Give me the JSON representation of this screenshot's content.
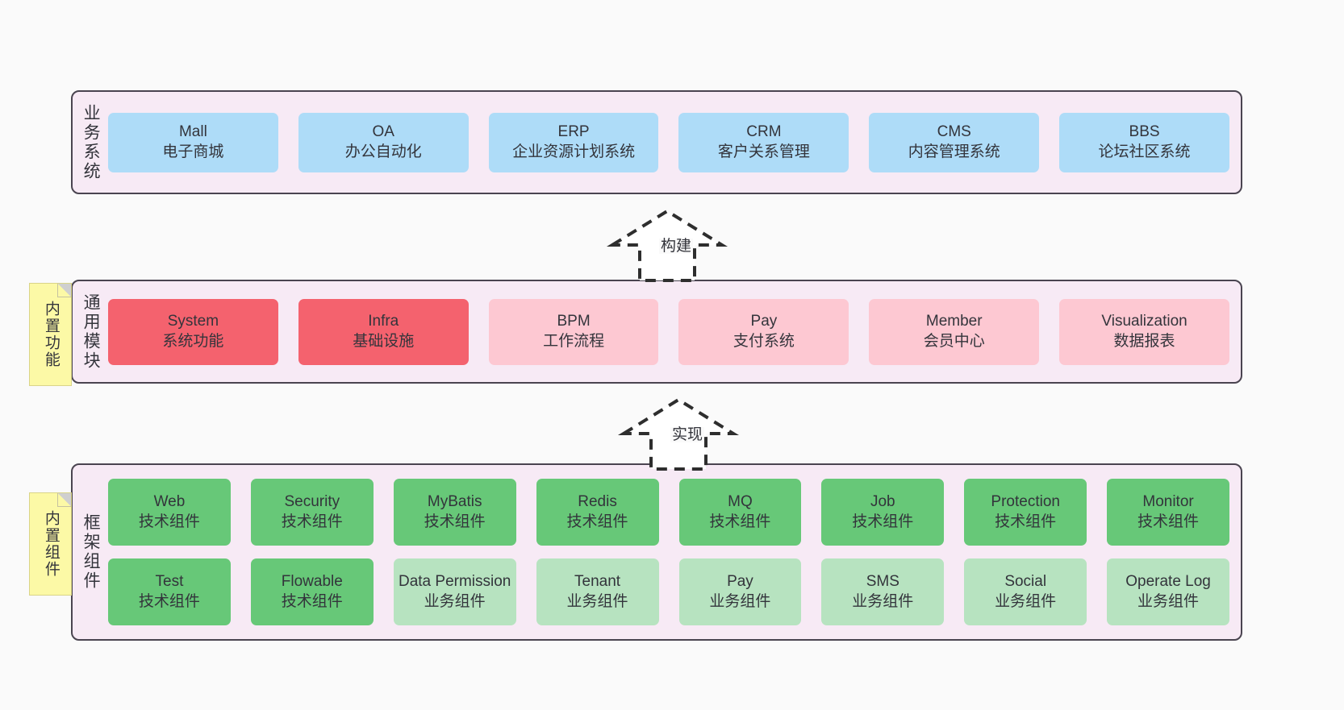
{
  "diagram": {
    "background_color": "#fafafa",
    "panel_color": "#f7eaf5",
    "panel_border_color": "#4a4450"
  },
  "notes": [
    {
      "id": "builtin-function",
      "label": "内置功能",
      "color": "#fcf9a6"
    },
    {
      "id": "builtin-component",
      "label": "内置组件",
      "color": "#fcf9a6"
    }
  ],
  "connectors": [
    {
      "id": "build",
      "label": "构建",
      "style": "dashed-hollow-arrow-up"
    },
    {
      "id": "implement",
      "label": "实现",
      "style": "dashed-hollow-arrow-up"
    }
  ],
  "layers": [
    {
      "id": "business-system",
      "title": "业务系统",
      "rows": [
        {
          "cards": [
            {
              "name": "Mall",
              "desc": "电子商城",
              "color": "#aedcf8",
              "tone": "blue"
            },
            {
              "name": "OA",
              "desc": "办公自动化",
              "color": "#aedcf8",
              "tone": "blue"
            },
            {
              "name": "ERP",
              "desc": "企业资源计划系统",
              "color": "#aedcf8",
              "tone": "blue"
            },
            {
              "name": "CRM",
              "desc": "客户关系管理",
              "color": "#aedcf8",
              "tone": "blue"
            },
            {
              "name": "CMS",
              "desc": "内容管理系统",
              "color": "#aedcf8",
              "tone": "blue"
            },
            {
              "name": "BBS",
              "desc": "论坛社区系统",
              "color": "#aedcf8",
              "tone": "blue"
            }
          ]
        }
      ]
    },
    {
      "id": "common-module",
      "title": "通用模块",
      "rows": [
        {
          "cards": [
            {
              "name": "System",
              "desc": "系统功能",
              "color": "#f4626e",
              "tone": "red"
            },
            {
              "name": "Infra",
              "desc": "基础设施",
              "color": "#f4626e",
              "tone": "red"
            },
            {
              "name": "BPM",
              "desc": "工作流程",
              "color": "#fdc8d2",
              "tone": "pink"
            },
            {
              "name": "Pay",
              "desc": "支付系统",
              "color": "#fdc8d2",
              "tone": "pink"
            },
            {
              "name": "Member",
              "desc": "会员中心",
              "color": "#fdc8d2",
              "tone": "pink"
            },
            {
              "name": "Visualization",
              "desc": "数据报表",
              "color": "#fdc8d2",
              "tone": "pink"
            }
          ]
        }
      ]
    },
    {
      "id": "framework-component",
      "title": "框架组件",
      "rows": [
        {
          "cards": [
            {
              "name": "Web",
              "desc": "技术组件",
              "color": "#67c878",
              "tone": "green"
            },
            {
              "name": "Security",
              "desc": "技术组件",
              "color": "#67c878",
              "tone": "green"
            },
            {
              "name": "MyBatis",
              "desc": "技术组件",
              "color": "#67c878",
              "tone": "green"
            },
            {
              "name": "Redis",
              "desc": "技术组件",
              "color": "#67c878",
              "tone": "green"
            },
            {
              "name": "MQ",
              "desc": "技术组件",
              "color": "#67c878",
              "tone": "green"
            },
            {
              "name": "Job",
              "desc": "技术组件",
              "color": "#67c878",
              "tone": "green"
            },
            {
              "name": "Protection",
              "desc": "技术组件",
              "color": "#67c878",
              "tone": "green"
            },
            {
              "name": "Monitor",
              "desc": "技术组件",
              "color": "#67c878",
              "tone": "green"
            }
          ]
        },
        {
          "cards": [
            {
              "name": "Test",
              "desc": "技术组件",
              "color": "#67c878",
              "tone": "green"
            },
            {
              "name": "Flowable",
              "desc": "技术组件",
              "color": "#67c878",
              "tone": "green"
            },
            {
              "name": "Data Permission",
              "desc": "业务组件",
              "color": "#b7e3c0",
              "tone": "lightgreen"
            },
            {
              "name": "Tenant",
              "desc": "业务组件",
              "color": "#b7e3c0",
              "tone": "lightgreen"
            },
            {
              "name": "Pay",
              "desc": "业务组件",
              "color": "#b7e3c0",
              "tone": "lightgreen"
            },
            {
              "name": "SMS",
              "desc": "业务组件",
              "color": "#b7e3c0",
              "tone": "lightgreen"
            },
            {
              "name": "Social",
              "desc": "业务组件",
              "color": "#b7e3c0",
              "tone": "lightgreen"
            },
            {
              "name": "Operate Log",
              "desc": "业务组件",
              "color": "#b7e3c0",
              "tone": "lightgreen"
            }
          ]
        }
      ]
    }
  ]
}
